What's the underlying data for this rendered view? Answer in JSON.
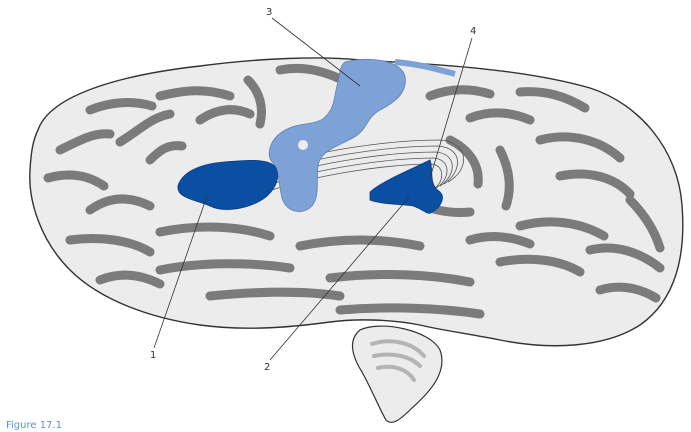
{
  "callouts": [
    {
      "id": "1",
      "label": "1"
    },
    {
      "id": "2",
      "label": "2"
    },
    {
      "id": "3",
      "label": "3"
    },
    {
      "id": "4",
      "label": "4"
    }
  ],
  "caption": "Figure 17.1",
  "colors": {
    "brain_fill": "#ececec",
    "brain_outline": "#333333",
    "sulcus": "#7b7b7b",
    "region_dark": "#0b4fa3",
    "region_light": "#7fa2d6",
    "caption_color": "#5a8fd6",
    "leader_line": "#333333"
  }
}
